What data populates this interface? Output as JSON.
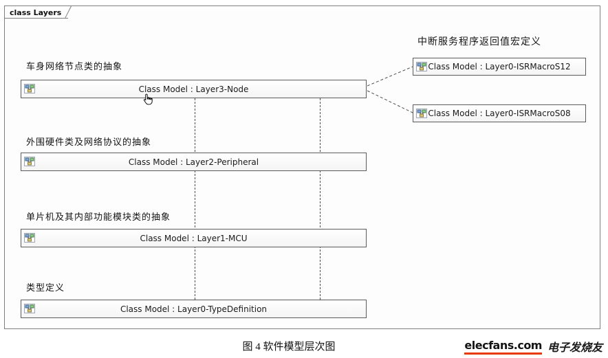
{
  "frame": {
    "tab_label": "class Layers"
  },
  "layers": [
    {
      "heading": "车身网络节点类的抽象",
      "box_label": "Class Model : Layer3-Node"
    },
    {
      "heading": "外围硬件类及网络协议的抽象",
      "box_label": "Class Model : Layer2-Peripheral"
    },
    {
      "heading": "单片机及其内部功能模块类的抽象",
      "box_label": "Class Model : Layer1-MCU"
    },
    {
      "heading": "类型定义",
      "box_label": "Class Model : Layer0-TypeDefinition"
    }
  ],
  "isr_group": {
    "heading": "中断服务程序返回值宏定义",
    "boxes": [
      {
        "box_label": "Class Model : Layer0-ISRMacroS12"
      },
      {
        "box_label": "Class Model : Layer0-ISRMacroS08"
      }
    ]
  },
  "caption": "图 4 软件模型层次图",
  "watermark": {
    "brand": "elecfans.com",
    "slogan": "电子发烧友"
  },
  "icons": {
    "box_icon": "class-model-icon",
    "cursor": "hand-cursor-icon"
  },
  "colors": {
    "watermark_underline": "#e83a00",
    "dependency_line": "#4d4d4d"
  }
}
